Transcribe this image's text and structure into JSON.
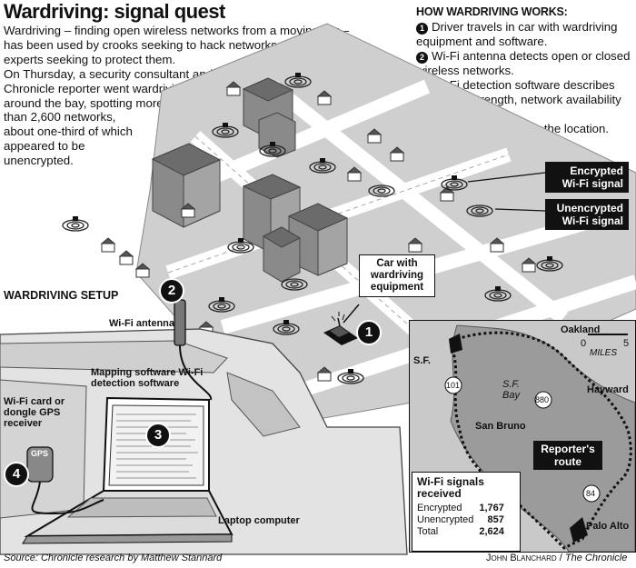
{
  "title": "Wardriving: signal quest",
  "intro": {
    "wide": "Wardriving – finding open wireless networks from a moving car – has been used by crooks seeking to hack networks and security experts seeking to protect them.",
    "mid": "On Thursday, a security consultant and a Chronicle reporter went wardriving around the bay, spotting more",
    "narrow": "than 2,600 networks, about one-third of which appeared to be unencrypted."
  },
  "how": {
    "heading": "HOW WARDRIVING WORKS:",
    "steps": [
      {
        "num": "1",
        "text": "Driver travels in car with wardriving equipment and software."
      },
      {
        "num": "2",
        "text": "Wi-Fi antenna detects open or closed wireless networks."
      },
      {
        "num": "3",
        "text": "Wi-Fi detection software describes the signal strength, network availability and IP address."
      },
      {
        "num": "4",
        "text": "GPS receiver logs in the location."
      }
    ]
  },
  "legend_tags": {
    "encrypted": "Encrypted Wi-Fi signal",
    "unencrypted": "Unencrypted Wi-Fi signal"
  },
  "scene": {
    "car_callout": "Car with wardriving equipment"
  },
  "setup": {
    "title": "WARDRIVING SETUP",
    "antenna": "Wi-Fi antenna",
    "software": "Mapping software Wi-Fi detection software",
    "card": "Wi-Fi card or dongle GPS receiver",
    "gps_text": "GPS",
    "laptop": "Laptop computer"
  },
  "map": {
    "places": {
      "oakland": "Oakland",
      "sf": "S.F.",
      "sf_bay": "S.F. Bay",
      "hayward": "Hayward",
      "san_bruno": "San Bruno",
      "palo_alto": "Palo Alto"
    },
    "highways": {
      "h101": "101",
      "h880": "880",
      "h84": "84"
    },
    "scale": {
      "zero": "0",
      "five": "5",
      "unit": "MILES"
    },
    "route_label": "Reporter's route",
    "signals": {
      "title": "Wi-Fi signals received",
      "rows": [
        {
          "label": "Encrypted",
          "value": "1,767"
        },
        {
          "label": "Unencrypted",
          "value": "857"
        },
        {
          "label": "Total",
          "value": "2,624"
        }
      ]
    }
  },
  "footer": {
    "source": "Source: Chronicle research by Matthew Stannard",
    "credit_name": "John Blanchard",
    "credit_sep": " / ",
    "credit_paper": "The Chronicle"
  }
}
